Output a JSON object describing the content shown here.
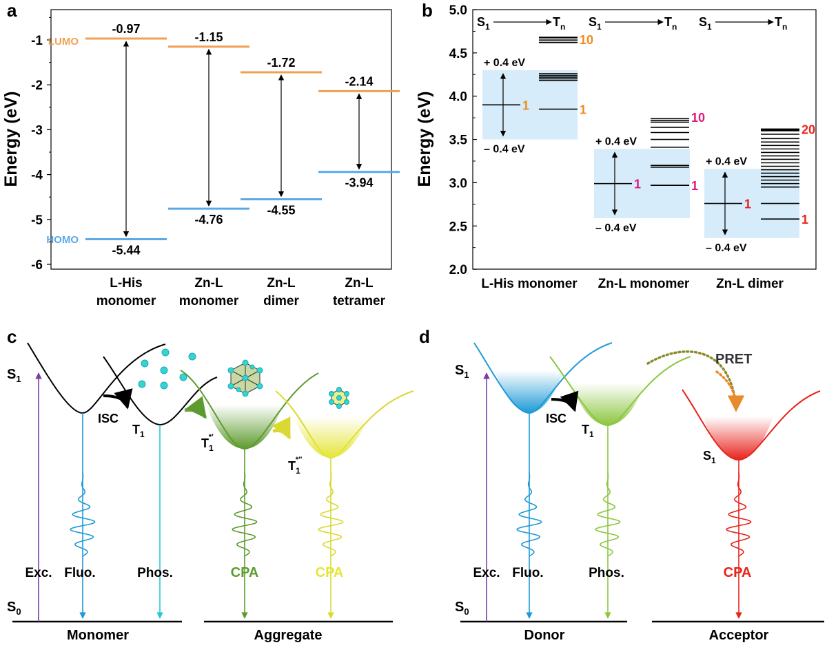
{
  "colors": {
    "lumo": "#F0A050",
    "homo": "#5AA8E6",
    "band": "#D6ECFA",
    "magenta": "#E0197D",
    "orange": "#F08A1C",
    "red": "#E8231C",
    "purple": "#7A3FA6",
    "blue": "#1E9AD6",
    "cyan": "#25C6D6",
    "green": "#5E9B2E",
    "yellow": "#D9D931",
    "lightgreen": "#8CC63F",
    "pret_arrow": "#E98A2B"
  },
  "panel_a": {
    "label": "a",
    "ylabel": "Energy (eV)",
    "lumo_label": "LUMO",
    "homo_label": "HOMO",
    "yticks": [
      "-1",
      "-2",
      "-3",
      "-4",
      "-5",
      "-6"
    ],
    "categories": [
      {
        "line1": "L-His",
        "line2": "monomer",
        "lumo": -0.97,
        "homo": -5.44,
        "lumo_text": "-0.97",
        "homo_text": "-5.44"
      },
      {
        "line1": "Zn-L",
        "line2": "monomer",
        "lumo": -1.15,
        "homo": -4.76,
        "lumo_text": "-1.15",
        "homo_text": "-4.76"
      },
      {
        "line1": "Zn-L",
        "line2": "dimer",
        "lumo": -1.72,
        "homo": -4.55,
        "lumo_text": "-1.72",
        "homo_text": "-4.55"
      },
      {
        "line1": "Zn-L",
        "line2": "tetramer",
        "lumo": -2.14,
        "homo": -3.94,
        "lumo_text": "-2.14",
        "homo_text": "-3.94"
      }
    ]
  },
  "panel_b": {
    "label": "b",
    "ylabel": "Energy (eV)",
    "yticks": [
      "5.0",
      "4.5",
      "4.0",
      "3.5",
      "3.0",
      "2.5",
      "2.0"
    ],
    "plus": "+ 0.4 eV",
    "minus": "– 0.4 eV",
    "s1": "S",
    "s1_sub": "1",
    "tn": "T",
    "tn_sub": "n",
    "categories": [
      "L-His monomer",
      "Zn-L monomer",
      "Zn-L dimer"
    ],
    "groups": [
      {
        "s1": 3.9,
        "t1": 3.85,
        "s1_num": "1",
        "t1_num": "1",
        "n_label": "10",
        "n_label_y": 4.65,
        "tn": [
          4.18,
          4.2,
          4.22,
          4.24,
          4.26,
          4.62,
          4.64,
          4.66,
          4.68
        ]
      },
      {
        "s1": 2.99,
        "t1": 2.97,
        "s1_num": "1",
        "t1_num": "1",
        "n_label": "10",
        "n_label_y": 3.75,
        "tn": [
          3.18,
          3.2,
          3.41,
          3.5,
          3.58,
          3.64,
          3.7,
          3.72,
          3.74
        ]
      },
      {
        "s1": 2.76,
        "t1": 2.58,
        "s1_num": "1",
        "t1_num": "1",
        "n_label": "20",
        "n_label_y": 3.61,
        "tn": [
          2.76,
          2.95,
          2.99,
          3.03,
          3.07,
          3.11,
          3.15,
          3.19,
          3.23,
          3.27,
          3.31,
          3.35,
          3.39,
          3.43,
          3.47,
          3.51,
          3.56,
          3.6,
          3.61,
          3.62
        ]
      }
    ]
  },
  "panel_c": {
    "label": "c",
    "s1": "S",
    "s1_sub": "1",
    "s0": "S",
    "s0_sub": "0",
    "isc": "ISC",
    "t1": "T",
    "t1_sub": "1",
    "t1p_sup": "*′",
    "t1pp_sup": "*′′",
    "exc": "Exc.",
    "fluo": "Fluo.",
    "phos": "Phos.",
    "cpa": "CPA",
    "monomer": "Monomer",
    "aggregate": "Aggregate"
  },
  "panel_d": {
    "label": "d",
    "s1": "S",
    "s1_sub": "1",
    "s0": "S",
    "s0_sub": "0",
    "isc": "ISC",
    "t1": "T",
    "t1_sub": "1",
    "pret": "PRET",
    "exc": "Exc.",
    "fluo": "Fluo.",
    "phos": "Phos.",
    "cpa": "CPA",
    "donor": "Donor",
    "acceptor": "Acceptor"
  }
}
